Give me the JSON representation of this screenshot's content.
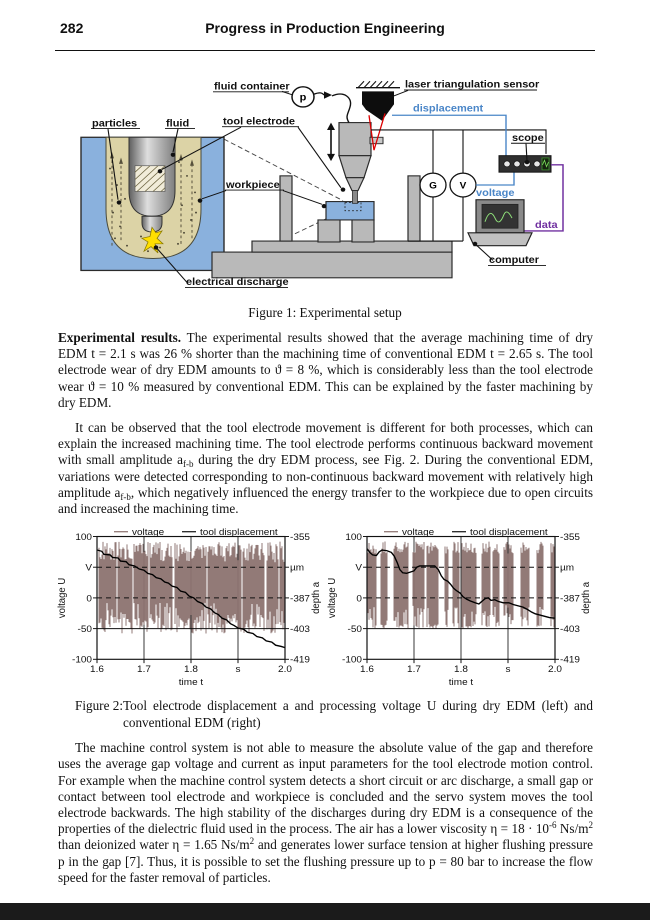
{
  "header": {
    "page_number": "282",
    "title": "Progress in Production Engineering"
  },
  "figure1": {
    "caption": "Figure 1:  Experimental setup",
    "labels": {
      "fluid_container": "fluid container",
      "pump": "p",
      "particles": "particles",
      "fluid": "fluid",
      "tool_electrode": "tool electrode",
      "workpiece": "workpiece",
      "electrical_discharge": "electrical discharge",
      "laser_sensor": "laser triangulation sensor",
      "displacement": "displacement",
      "scope": "scope",
      "voltage": "voltage",
      "data": "data",
      "computer": "computer",
      "meter_g": "G",
      "meter_v": "V"
    },
    "colors": {
      "wire_blue": "#4a86c8",
      "wire_purple": "#7030a0",
      "workpiece_blue": "#8ab1dd",
      "fluid_tan": "#dcd3a6",
      "spark_yellow": "#ffdf00"
    }
  },
  "paragraphs": {
    "p1": {
      "segments": [
        {
          "t": "Experimental results.",
          "b": true
        },
        {
          "t": " The experimental results showed that the average machining time of dry EDM t = 2.1 s was 26 % shorter than the machining time of conventional EDM t = 2.65 s. The tool electrode wear of dry EDM amounts to ϑ = 8 %, which is considerably less than the tool electrode wear ϑ = 10 % measured by conventional EDM. This can be explained by the faster machining by dry EDM."
        }
      ]
    },
    "p2": {
      "segments": [
        {
          "t": "It can be observed that the tool electrode movement is different for both processes, which can explain the increased machining time. The tool electrode performs continuous backward movement with small amplitude a"
        },
        {
          "t": "f-b",
          "sub": true
        },
        {
          "t": " during the dry EDM process, see Fig. 2. During the conventional EDM, variations were detected corresponding to non-continuous backward movement with relatively high amplitude a"
        },
        {
          "t": "f-b",
          "sub": true
        },
        {
          "t": ", which negatively influenced the energy transfer to the workpiece due to open circuits and increased the machining time."
        }
      ]
    },
    "p3": {
      "segments": [
        {
          "t": "The machine control system is not able to measure the absolute value of the gap and therefore uses the average gap voltage and current as input parameters for the tool electrode motion control. For example when the machine control system detects a short circuit or arc discharge, a small gap or contact between tool electrode and workpiece is concluded and the servo system moves the tool electrode backwards. The high stability of the discharges during dry EDM is a consequence of the properties of the dielectric fluid used in the process. The air has a lower viscosity η = 18 · 10"
        },
        {
          "t": "-6",
          "sup": true
        },
        {
          "t": " Ns/m"
        },
        {
          "t": "2",
          "sup": true
        },
        {
          "t": " than deionized water η = 1.65 Ns/m"
        },
        {
          "t": "2",
          "sup": true
        },
        {
          "t": " and generates lower surface tension at higher flushing pressure p in the gap [7]. Thus, it is possible to set the flushing pressure up to p = 80 bar to increase the flow speed for the faster removal of particles."
        }
      ]
    }
  },
  "figure2": {
    "caption_head": "Figure 2:",
    "caption_body": "Tool electrode displacement a and processing voltage U during dry EDM (left) and conventional EDM (right)",
    "colors": {
      "voltage": "#8d7370",
      "displacement": "#000000"
    }
  },
  "chart_data": [
    {
      "type": "line",
      "name": "dry EDM (left)",
      "legend": [
        "voltage",
        "tool displacement"
      ],
      "xlabel": "time t",
      "xlim": [
        1.6,
        2.0
      ],
      "xtick_values": [
        1.6,
        1.7,
        1.8,
        1.9,
        2.0
      ],
      "xtick_labels": [
        "1.6",
        "1.7",
        "1.8",
        "s",
        "2.0"
      ],
      "ylabel_left": "voltage U",
      "ylim_left": [
        -100,
        100
      ],
      "ytick_values_left": [
        100,
        50,
        0,
        -50,
        -100
      ],
      "ytick_labels_left": [
        "100",
        "V",
        "0",
        "-50",
        "-100"
      ],
      "ylabel_right": "depth a",
      "ylim_right": [
        -419,
        -355
      ],
      "ytick_labels_right": [
        "-355",
        "µm",
        "-387",
        "-403",
        "-419"
      ],
      "gridlines_x": [
        1.7,
        1.8,
        1.9
      ],
      "gridlines_y": [
        {
          "v": 50,
          "dashed": true
        },
        {
          "v": 0,
          "dashed": true
        },
        {
          "v": -50,
          "dashed": false
        }
      ],
      "voltage_signal": {
        "pattern": "continuous",
        "v_high": [
          58,
          92
        ],
        "v_low": [
          -58,
          -26
        ],
        "seed": 7
      },
      "displacement_points": [
        [
          1.6,
          78
        ],
        [
          1.61,
          76
        ],
        [
          1.615,
          71
        ],
        [
          1.628,
          70
        ],
        [
          1.633,
          66
        ],
        [
          1.645,
          65
        ],
        [
          1.65,
          60
        ],
        [
          1.662,
          59
        ],
        [
          1.668,
          54
        ],
        [
          1.68,
          52
        ],
        [
          1.69,
          47
        ],
        [
          1.7,
          45
        ],
        [
          1.708,
          40
        ],
        [
          1.718,
          38
        ],
        [
          1.726,
          33
        ],
        [
          1.736,
          31
        ],
        [
          1.744,
          26
        ],
        [
          1.752,
          24
        ],
        [
          1.76,
          19
        ],
        [
          1.77,
          17
        ],
        [
          1.778,
          11
        ],
        [
          1.788,
          9
        ],
        [
          1.796,
          3
        ],
        [
          1.806,
          0
        ],
        [
          1.814,
          -6
        ],
        [
          1.824,
          -9
        ],
        [
          1.832,
          -15
        ],
        [
          1.842,
          -18
        ],
        [
          1.85,
          -24
        ],
        [
          1.858,
          -27
        ],
        [
          1.866,
          -33
        ],
        [
          1.876,
          -36
        ],
        [
          1.884,
          -42
        ],
        [
          1.892,
          -45
        ],
        [
          1.9,
          -49
        ],
        [
          1.912,
          -51
        ],
        [
          1.92,
          -56
        ],
        [
          1.932,
          -58
        ],
        [
          1.94,
          -63
        ],
        [
          1.952,
          -65
        ],
        [
          1.96,
          -70
        ],
        [
          1.972,
          -72
        ],
        [
          1.98,
          -77
        ],
        [
          1.992,
          -79
        ],
        [
          2.0,
          -81
        ]
      ]
    },
    {
      "type": "line",
      "name": "conventional EDM (right)",
      "legend": [
        "voltage",
        "tool displacement"
      ],
      "xlabel": "time t",
      "xlim": [
        1.6,
        2.0
      ],
      "xtick_values": [
        1.6,
        1.7,
        1.8,
        1.9,
        2.0
      ],
      "xtick_labels": [
        "1.6",
        "1.7",
        "1.8",
        "s",
        "2.0"
      ],
      "ylabel_left": "voltage U",
      "ylim_left": [
        -100,
        100
      ],
      "ytick_values_left": [
        100,
        50,
        0,
        -50,
        -100
      ],
      "ytick_labels_left": [
        "100",
        "V",
        "0",
        "-50",
        "-100"
      ],
      "ylabel_right": "depth a",
      "ylim_right": [
        -419,
        -355
      ],
      "ytick_labels_right": [
        "-355",
        "µm",
        "-387",
        "-403",
        "-419"
      ],
      "gridlines_x": [
        1.7,
        1.8,
        1.9
      ],
      "gridlines_y": [
        {
          "v": 50,
          "dashed": true
        },
        {
          "v": 0,
          "dashed": true
        },
        {
          "v": -50,
          "dashed": false
        }
      ],
      "voltage_signal": {
        "pattern": "bursts",
        "v_high": [
          72,
          92
        ],
        "v_low": [
          -50,
          -12
        ],
        "burst_len": [
          4,
          16
        ],
        "gap_len": [
          2,
          8
        ],
        "seed": 13
      },
      "displacement_points": [
        [
          1.6,
          80
        ],
        [
          1.606,
          74
        ],
        [
          1.612,
          70
        ],
        [
          1.62,
          69
        ],
        [
          1.626,
          75
        ],
        [
          1.632,
          78
        ],
        [
          1.642,
          77
        ],
        [
          1.652,
          74
        ],
        [
          1.658,
          68
        ],
        [
          1.664,
          58
        ],
        [
          1.67,
          46
        ],
        [
          1.676,
          41
        ],
        [
          1.684,
          40
        ],
        [
          1.692,
          42
        ],
        [
          1.7,
          44
        ],
        [
          1.706,
          50
        ],
        [
          1.712,
          52
        ],
        [
          1.744,
          52
        ],
        [
          1.752,
          46
        ],
        [
          1.758,
          36
        ],
        [
          1.764,
          30
        ],
        [
          1.772,
          27
        ],
        [
          1.778,
          22
        ],
        [
          1.784,
          16
        ],
        [
          1.79,
          12
        ],
        [
          1.798,
          8
        ],
        [
          1.804,
          2
        ],
        [
          1.812,
          -2
        ],
        [
          1.82,
          -5
        ],
        [
          1.83,
          -8
        ],
        [
          1.838,
          -10
        ],
        [
          1.844,
          -6
        ],
        [
          1.852,
          -1
        ],
        [
          1.858,
          0
        ],
        [
          1.864,
          -4
        ],
        [
          1.872,
          -3
        ],
        [
          1.88,
          -6
        ],
        [
          1.89,
          -8
        ],
        [
          1.902,
          -8
        ],
        [
          1.912,
          -11
        ],
        [
          1.922,
          -13
        ],
        [
          1.932,
          -15
        ],
        [
          1.942,
          -19
        ],
        [
          1.95,
          -23
        ],
        [
          1.958,
          -26
        ],
        [
          1.968,
          -28
        ],
        [
          1.978,
          -30
        ],
        [
          1.988,
          -32
        ],
        [
          2.0,
          -33
        ]
      ]
    }
  ]
}
